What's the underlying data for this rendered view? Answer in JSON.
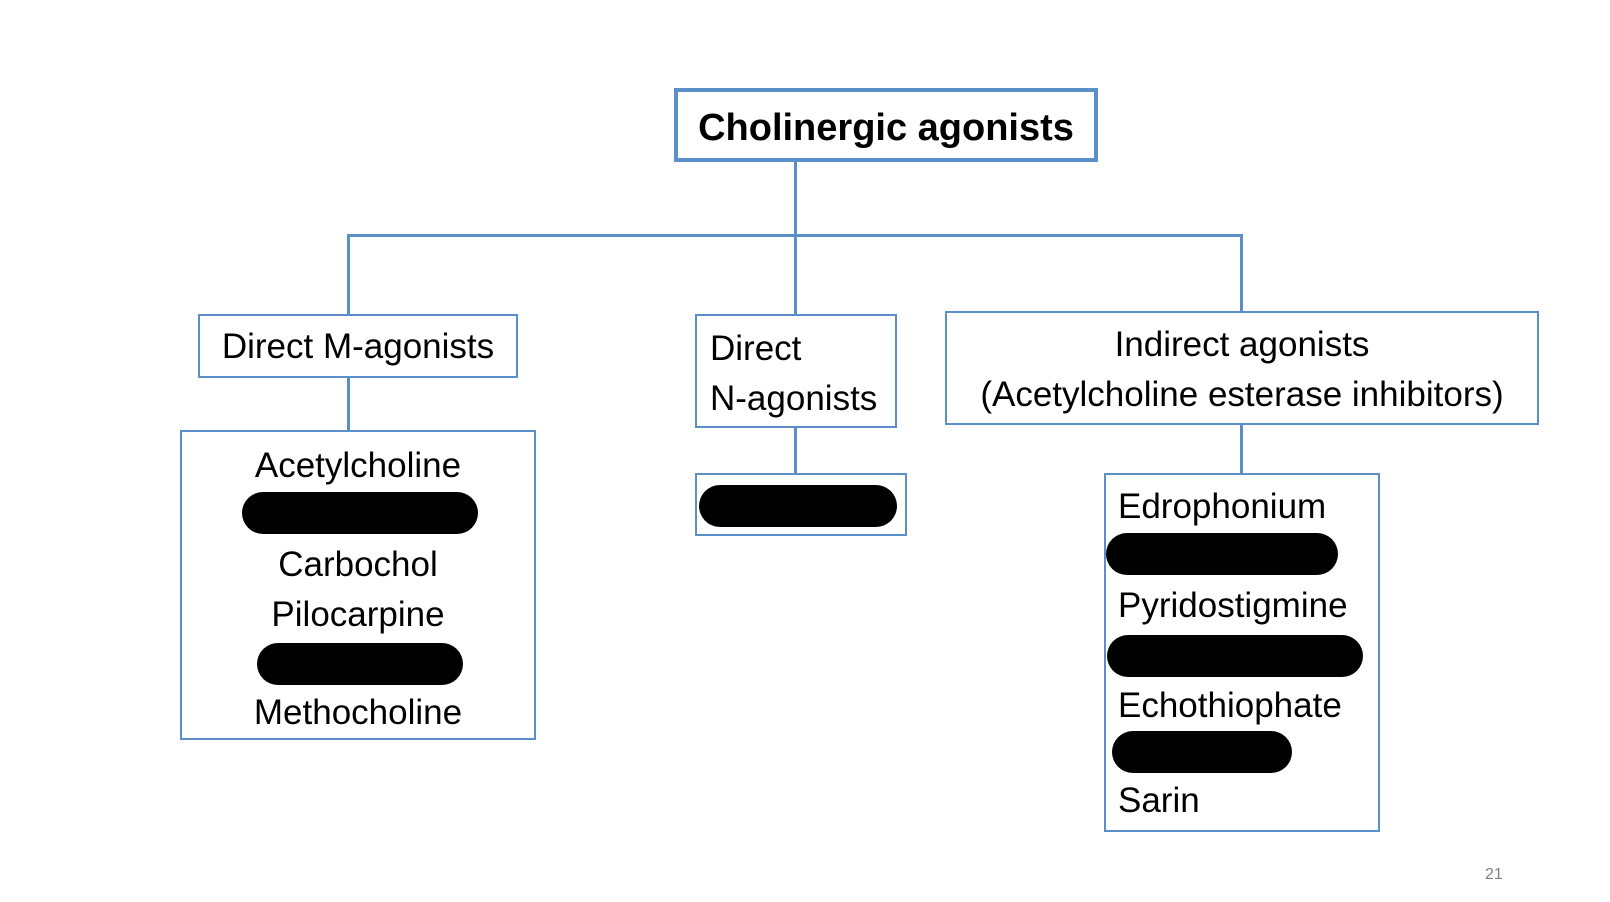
{
  "root": {
    "title": "Cholinergic agonists"
  },
  "direct_m": {
    "title": "Direct M-agonists",
    "items": [
      "Acetylcholine",
      "",
      "Carbochol",
      "Pilocarpine",
      "",
      "Methocholine"
    ]
  },
  "direct_n": {
    "title_lines": [
      "Direct",
      "N-agonists"
    ],
    "items": [
      ""
    ]
  },
  "indirect": {
    "title_lines": [
      "Indirect agonists",
      "(Acetylcholine esterase inhibitors)"
    ],
    "items": [
      "Edrophonium",
      "",
      "Pyridostigmine",
      "",
      "Echothiophate",
      "",
      "Sarin"
    ]
  },
  "page_number": "21",
  "colors": {
    "connector": "#5b8fc7",
    "redaction": "#000000"
  }
}
